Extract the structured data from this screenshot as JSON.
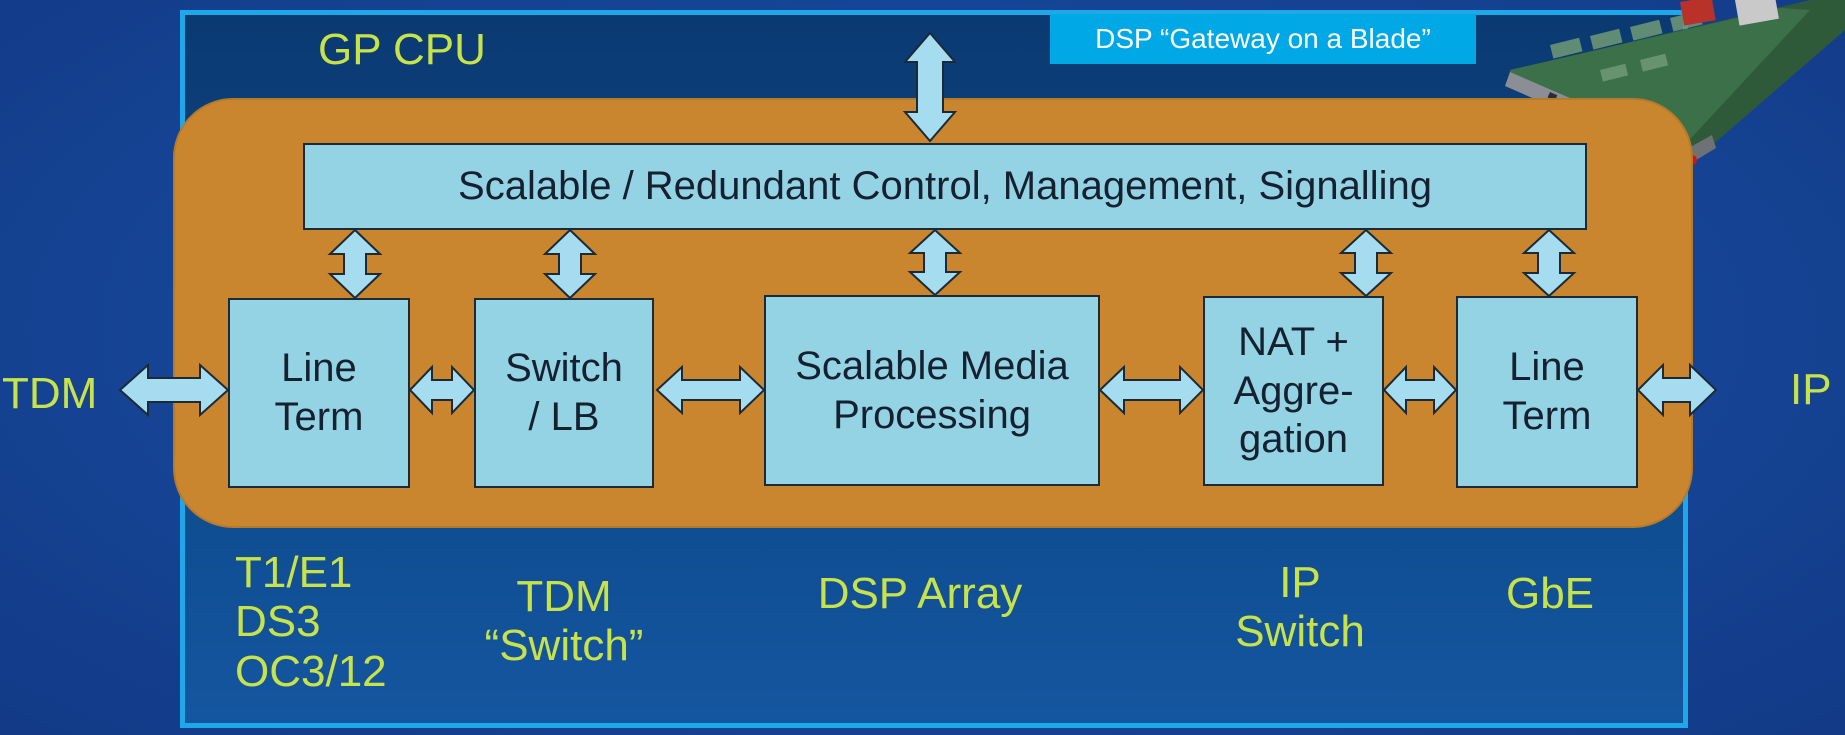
{
  "title": "GP CPU",
  "banner": "DSP “Gateway on a Blade”",
  "left_io": "TDM",
  "right_io": "IP",
  "control_bar": "Scalable / Redundant Control, Management, Signalling",
  "blocks": {
    "line_term_left": "Line\nTerm",
    "switch_lb": "Switch\n/ LB",
    "media_processing": "Scalable Media\nProcessing",
    "nat_aggregation": "NAT +\nAggre-\ngation",
    "line_term_right": "Line\nTerm"
  },
  "captions": {
    "line_term_left": "T1/E1\nDS3\nOC3/12",
    "switch_lb": "TDM\n“Switch”",
    "media_processing": "DSP Array",
    "nat_aggregation": "IP\nSwitch",
    "line_term_right": "GbE"
  },
  "colors": {
    "background": "#17479a",
    "frame_border": "#1fa8e8",
    "orange_panel": "#c9862e",
    "block_fill": "#93d3e3",
    "label_yellow": "#c8e34a",
    "banner": "#00a8e6"
  },
  "icons": [
    "blade-board-photo"
  ]
}
